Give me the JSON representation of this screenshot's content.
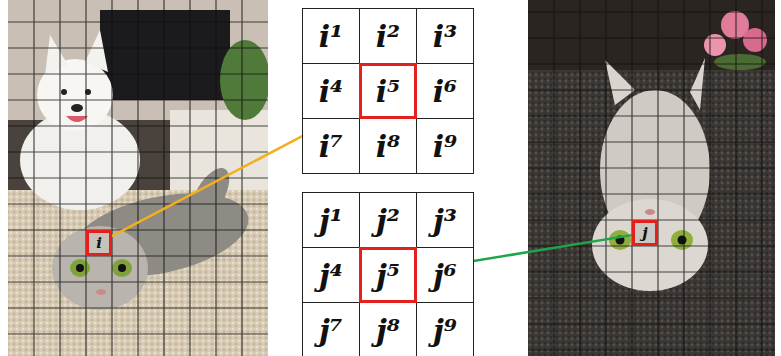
{
  "diagram": {
    "nodes": [
      {
        "text": [
          "i"
        ]
      },
      {
        "text": [
          "i¹"
        ]
      },
      {
        "text": [
          "i²"
        ]
      },
      {
        "text": [
          "i³"
        ]
      },
      {
        "text": [
          "i⁴"
        ]
      },
      {
        "text": [
          "i⁵"
        ]
      },
      {
        "text": [
          "i⁶"
        ]
      },
      {
        "text": [
          "i⁷"
        ]
      },
      {
        "text": [
          "i⁸"
        ]
      },
      {
        "text": [
          "i⁹"
        ]
      },
      {
        "text": [
          "j¹"
        ]
      },
      {
        "text": [
          "j²"
        ]
      },
      {
        "text": [
          "j³"
        ]
      },
      {
        "text": [
          "j⁴"
        ]
      },
      {
        "text": [
          "j⁵"
        ]
      },
      {
        "text": [
          "j⁶"
        ]
      },
      {
        "text": [
          "j⁷"
        ]
      },
      {
        "text": [
          "j⁸"
        ]
      },
      {
        "text": [
          "j⁹"
        ]
      },
      {
        "text": [
          "j"
        ]
      }
    ],
    "edges": [
      {
        "from": 0,
        "to": 5,
        "arrow": "none"
      },
      {
        "from": 19,
        "to": 14,
        "arrow": "to"
      }
    ]
  }
}
